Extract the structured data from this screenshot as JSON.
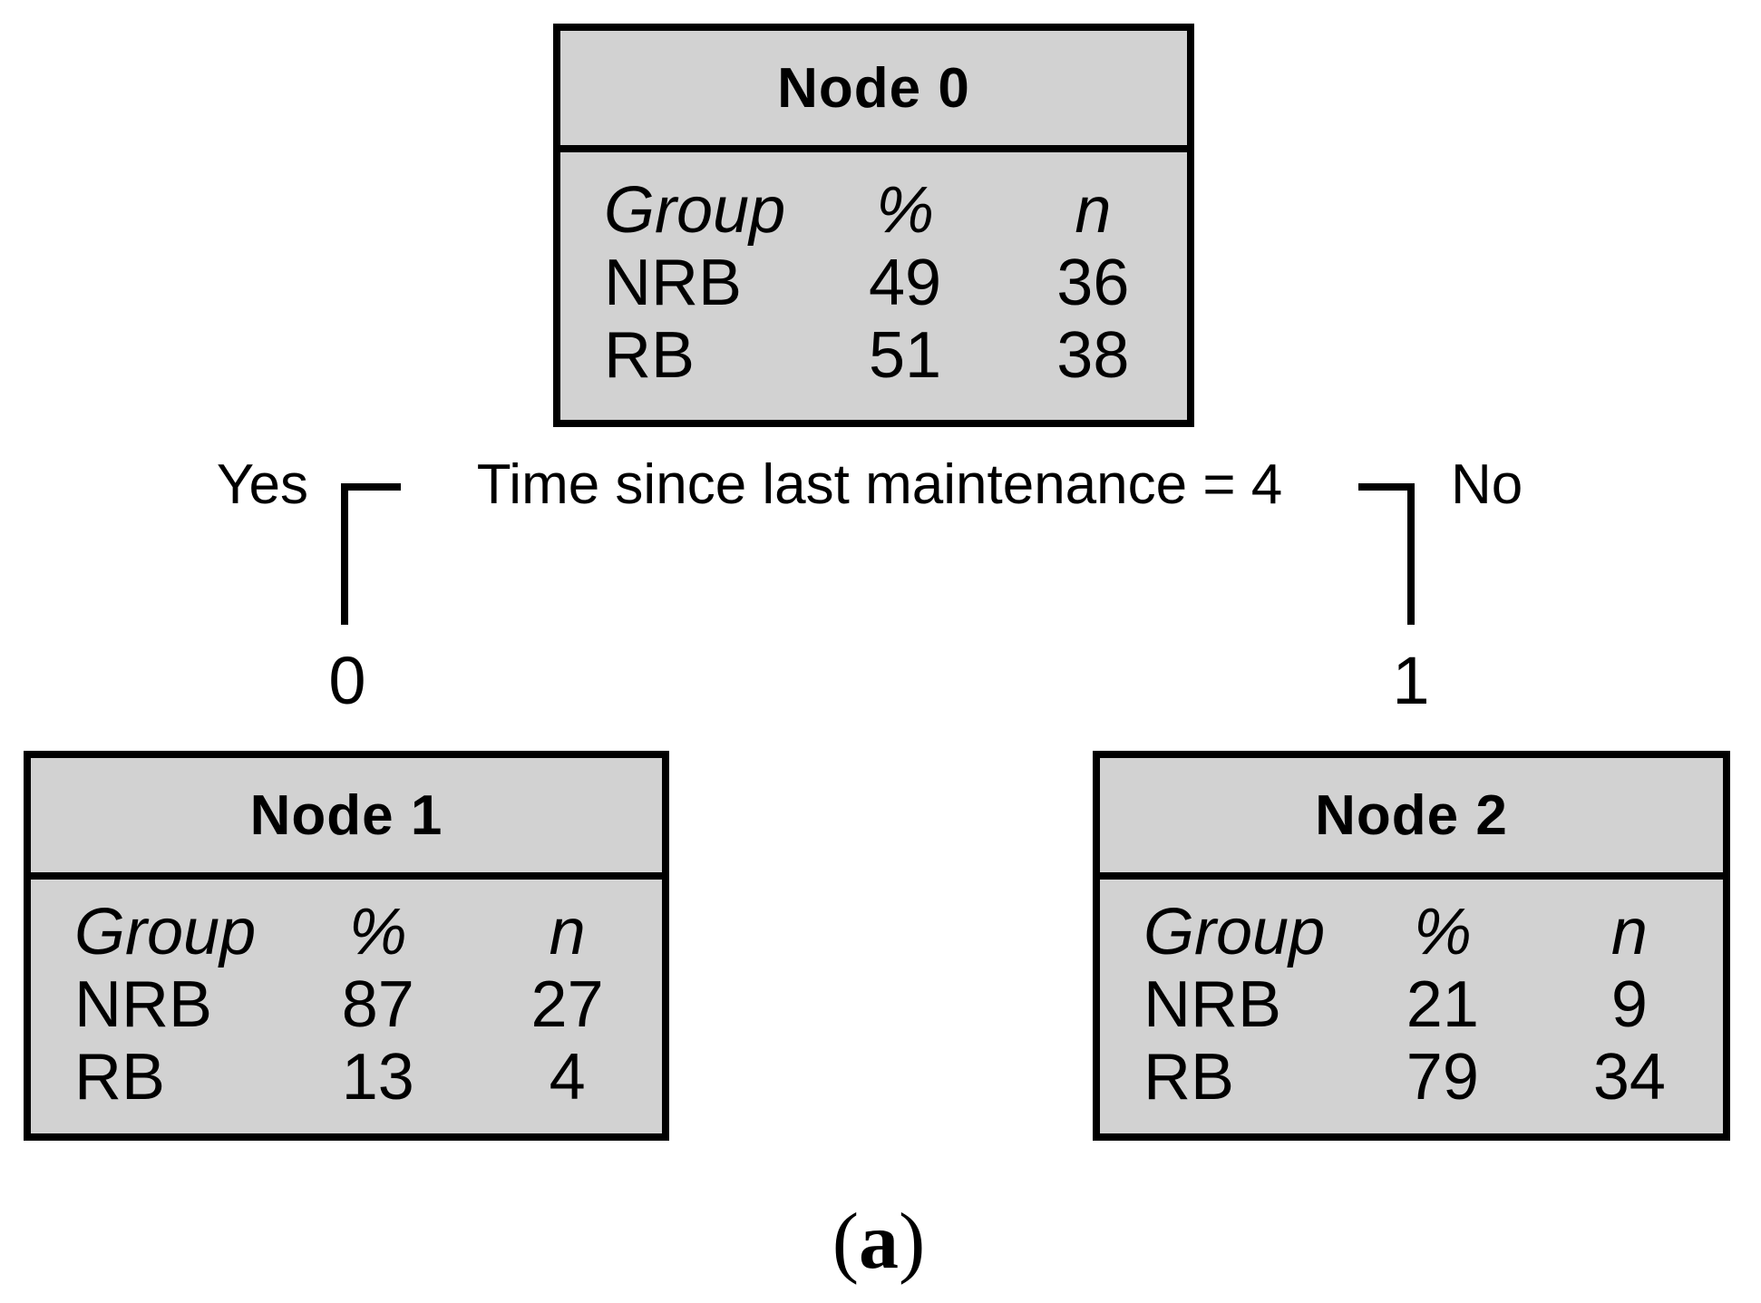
{
  "figure": {
    "columns": [
      "Group",
      "%",
      "n"
    ],
    "nodes": [
      {
        "title": "Node 0",
        "rows": [
          [
            "NRB",
            "49",
            "36"
          ],
          [
            "RB",
            "51",
            "38"
          ]
        ]
      },
      {
        "title": "Node 1",
        "rows": [
          [
            "NRB",
            "87",
            "27"
          ],
          [
            "RB",
            "13",
            "4"
          ]
        ]
      },
      {
        "title": "Node 2",
        "rows": [
          [
            "NRB",
            "21",
            "9"
          ],
          [
            "RB",
            "79",
            "34"
          ]
        ]
      }
    ],
    "split": {
      "condition": "Time since last maintenance = 4",
      "yes_label": "Yes",
      "no_label": "No",
      "left_branch_value": "0",
      "right_branch_value": "1"
    },
    "caption": {
      "open": "(",
      "letter": "a",
      "close": ")"
    },
    "colors": {
      "node_fill": "#d2d2d2",
      "line": "#000000",
      "text": "#000000",
      "background": "#ffffff"
    }
  }
}
